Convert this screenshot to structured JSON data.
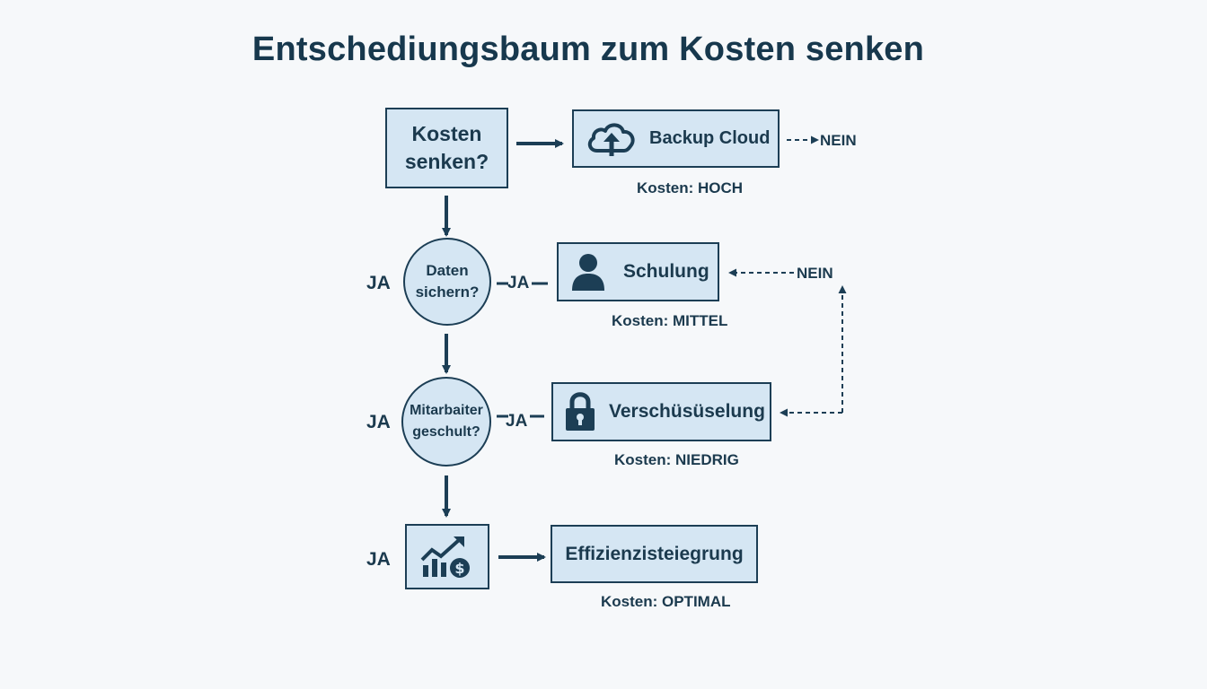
{
  "title": "Entschediungsbaum zum Kosten senken",
  "nodes": {
    "start": "Kosten\nsenken?",
    "q1": "Daten\nsichern?",
    "q2": "Mitarbaiter\ngeschult?",
    "outcome_growth_icon": "growth-dollar-icon"
  },
  "options": {
    "backup": {
      "label": "Backup Cloud",
      "icon": "cloud-upload-icon",
      "cost": "Kosten: HOCH"
    },
    "schulung": {
      "label": "Schulung",
      "icon": "user-icon",
      "cost": "Kosten: MITTEL"
    },
    "verschl": {
      "label": "Verschüsüselung",
      "icon": "lock-icon",
      "cost": "Kosten: NIEDRIG"
    },
    "effizienz": {
      "label": "Effizienzisteiegrung",
      "cost": "Kosten: OPTIMAL"
    }
  },
  "edges": {
    "ja": "JA",
    "nein": "NEIN"
  },
  "colors": {
    "fill": "#d5e6f3",
    "stroke": "#1c3e55",
    "text": "#1b3a4e",
    "background": "#f6f8fa"
  }
}
